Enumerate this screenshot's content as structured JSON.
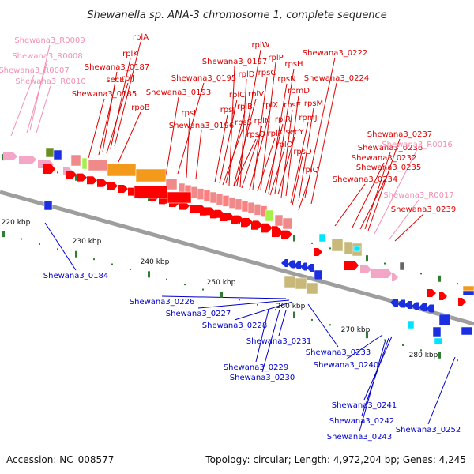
{
  "title": "Shewanella sp. ANA-3 chromosome 1, complete sequence",
  "footer": {
    "accession": "Accession: NC_008577",
    "topology": "Topology: circular; Length: 4,972,204 bp; Genes: 4,245"
  },
  "colors": {
    "label_red": "#dd0000",
    "label_pink": "#f48fb1",
    "label_blue": "#0000cc",
    "backbone": "#9e9e9e",
    "tick": "#2e7d32",
    "gene_red": "#ff0000",
    "gene_pink": "#f4a6c6",
    "gene_salmon": "#f08a8a",
    "gene_orange": "#f39a1c",
    "gene_blue": "#1b2fe0",
    "gene_tan": "#c8b97a",
    "gene_cyan": "#00e5ff",
    "gene_olive": "#6b8e23",
    "gene_lime": "#a6f04a"
  },
  "scale_labels": [
    "220 kbp",
    "230 kbp",
    "240 kbp",
    "250 kbp",
    "260 kbp",
    "270 kbp",
    "280 kbp"
  ],
  "labels_top_red": [
    "rplA",
    "rplK",
    "Shewana3_0187",
    "secE",
    "rplJ",
    "Shewana3_0185",
    "rpoB",
    "Shewana3_0195",
    "Shewana3_0193",
    "rpsL",
    "Shewana3_0196",
    "rplW",
    "Shewana3_0197",
    "rplP",
    "rplD",
    "rpsC",
    "rpsH",
    "rpsN",
    "rplC",
    "rplV",
    "rpmD",
    "rpsJ",
    "rplB",
    "rplX",
    "rpsE",
    "rpsM",
    "rpsS",
    "rplN",
    "rplR",
    "rpmJ",
    "rpsQ",
    "rplF",
    "secY",
    "rplO",
    "rpsD",
    "rplQ",
    "Shewana3_0222",
    "Shewana3_0224",
    "Shewana3_0237",
    "Shewana3_0236",
    "Shewana3_0232",
    "Shewana3_0235",
    "Shewana3_0234",
    "Shewana3_0239"
  ],
  "labels_top_pink": [
    "Shewana3_R0009",
    "Shewana3_R0008",
    "Shewana3_R0007",
    "Shewana3_R0010",
    "Shewana3_R0016",
    "Shewana3_R0017"
  ],
  "labels_bottom_blue": [
    "Shewana3_0184",
    "Shewana3_0226",
    "Shewana3_0227",
    "Shewana3_0228",
    "Shewana3_0231",
    "Shewana3_0233",
    "Shewana3_0229",
    "Shewana3_0230",
    "Shewana3_0240",
    "Shewana3_0241",
    "Shewana3_0242",
    "Shewana3_0243",
    "Shewana3_0252"
  ]
}
